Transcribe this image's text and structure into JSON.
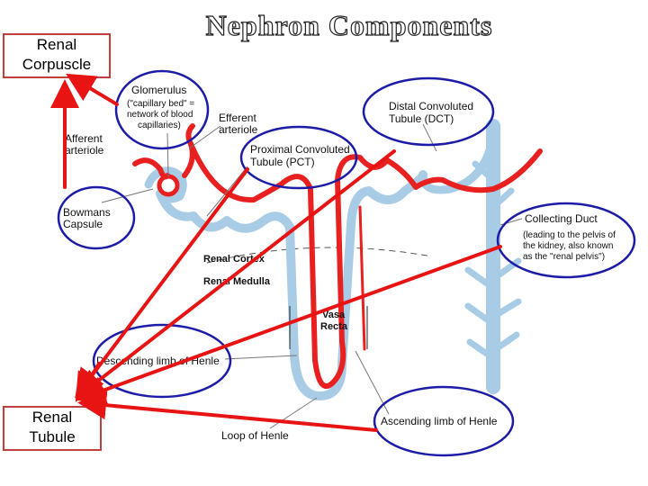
{
  "title": "Nephron Components",
  "groups": {
    "corpuscle": [
      "Renal",
      "Corpuscle"
    ],
    "tubule": [
      "Renal",
      "Tubule"
    ]
  },
  "labels": {
    "glomerulus": "Glomerulus",
    "glomerulus_note": [
      "(\"capillary bed\" =",
      "network of blood",
      "capillaries)"
    ],
    "efferent": [
      "Efferent",
      "arteriole"
    ],
    "afferent": [
      "Afferent",
      "arteriole"
    ],
    "bowmans": [
      "Bowmans",
      "Capsule"
    ],
    "pct": [
      "Proximal Convoluted",
      "Tubule (PCT)"
    ],
    "dct": [
      "Distal Convoluted",
      "Tubule (DCT)"
    ],
    "collecting": "Collecting Duct",
    "collecting_note": [
      "(leading to the pelvis of",
      "the kidney, also known",
      "as the \"renal pelvis\")"
    ],
    "cortex": "Renal Cortex",
    "medulla": "Renal Medulla",
    "vasa": [
      "Vasa",
      "Recta"
    ],
    "descending": "Descending limb of Henle",
    "ascending": "Ascending limb of Henle",
    "loop": "Loop of Henle"
  },
  "colors": {
    "arrow": "#e81414",
    "circle": "#1c1ca8",
    "vessel": "#e82020",
    "tubule": "#a8cce6"
  }
}
